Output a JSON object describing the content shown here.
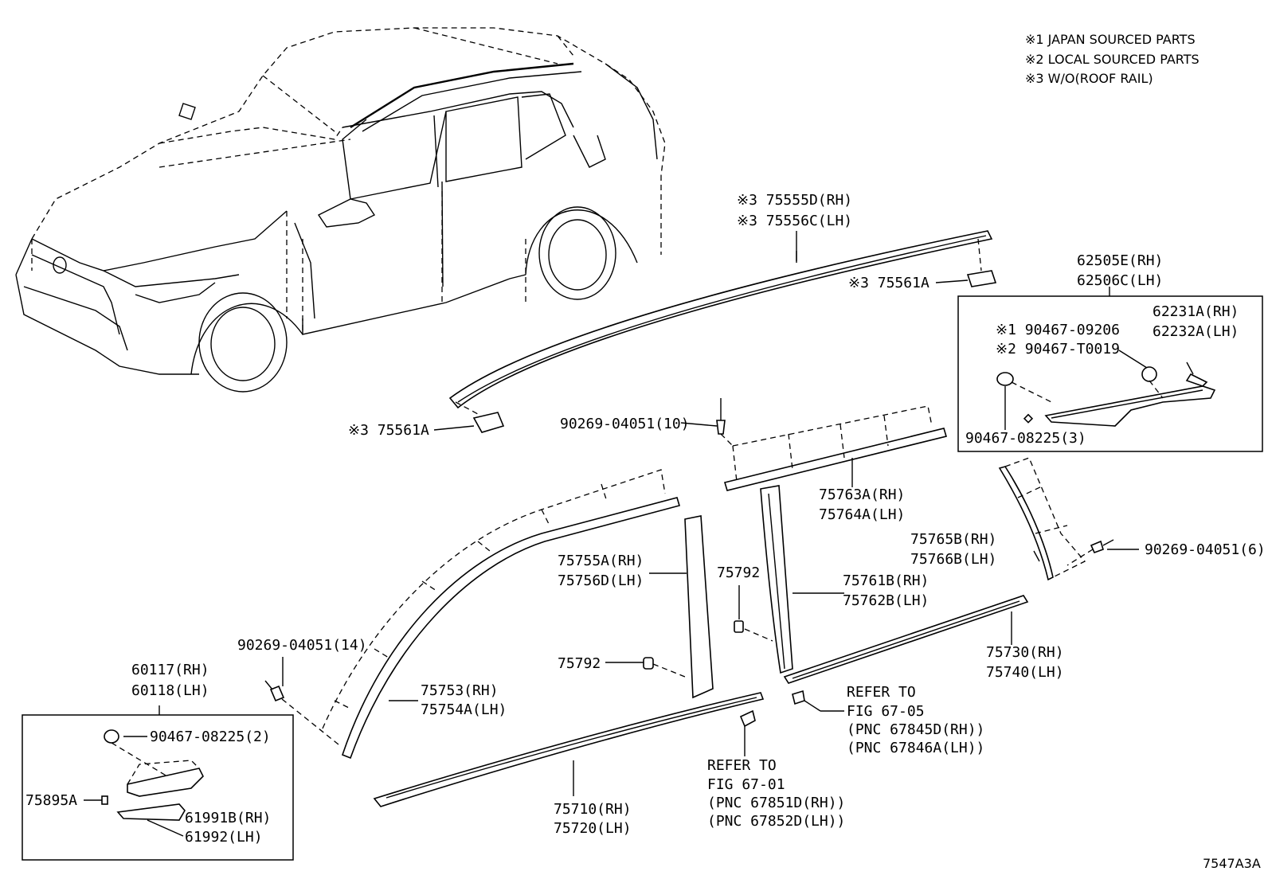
{
  "notes": [
    "※1 JAPAN SOURCED PARTS",
    "※2 LOCAL SOURCED PARTS",
    "※3 W/O(ROOF RAIL)"
  ],
  "labels": {
    "roof_moulding_rh": "※3 75555D(RH)",
    "roof_moulding_lh": "※3 75556C(LH)",
    "roof_clip_rear": "※3 75561A",
    "roof_clip_front": "※3 75561A",
    "garnish_rh": "62505E(RH)",
    "garnish_lh": "62506C(LH)",
    "panel_rh": "62231A(RH)",
    "panel_lh": "62232A(LH)",
    "clip_japan": "※1 90467-09206",
    "clip_local": "※2 90467-T0019",
    "clip_rear_box": "90467-08225(3)",
    "screw_top": "90269-04051(10)",
    "screw_right": "90269-04051(6)",
    "screw_left": "90269-04051(14)",
    "upper_rh": "75763A(RH)",
    "upper_lh": "75764A(LH)",
    "pillar_c_rh": "75765B(RH)",
    "pillar_c_lh": "75766B(LH)",
    "pillar_front_rh": "75755A(RH)",
    "pillar_front_lh": "75756D(LH)",
    "pad_a": "75792",
    "pad_b": "75792",
    "pillar_b_rh": "75761B(RH)",
    "pillar_b_lh": "75762B(LH)",
    "rear_belt_rh": "75730(RH)",
    "rear_belt_lh": "75740(LH)",
    "front_frame_rh": "75753(RH)",
    "front_frame_lh": "75754A(LH)",
    "front_belt_rh": "75710(RH)",
    "front_belt_lh": "75720(LH)",
    "ornament_rh": "60117(RH)",
    "ornament_lh": "60118(LH)",
    "clip_front_box": "90467-08225(2)",
    "pad_c": "75895A",
    "emblem_rh": "61991B(RH)",
    "emblem_lh": "61992(LH)",
    "figure_id": "7547A3A"
  },
  "refers": {
    "rear": [
      "REFER TO",
      "FIG 67-05",
      "(PNC 67845D(RH))",
      "(PNC 67846A(LH))"
    ],
    "front": [
      "REFER TO",
      "FIG 67-01",
      "(PNC 67851D(RH))",
      "(PNC 67852D(LH))"
    ]
  }
}
